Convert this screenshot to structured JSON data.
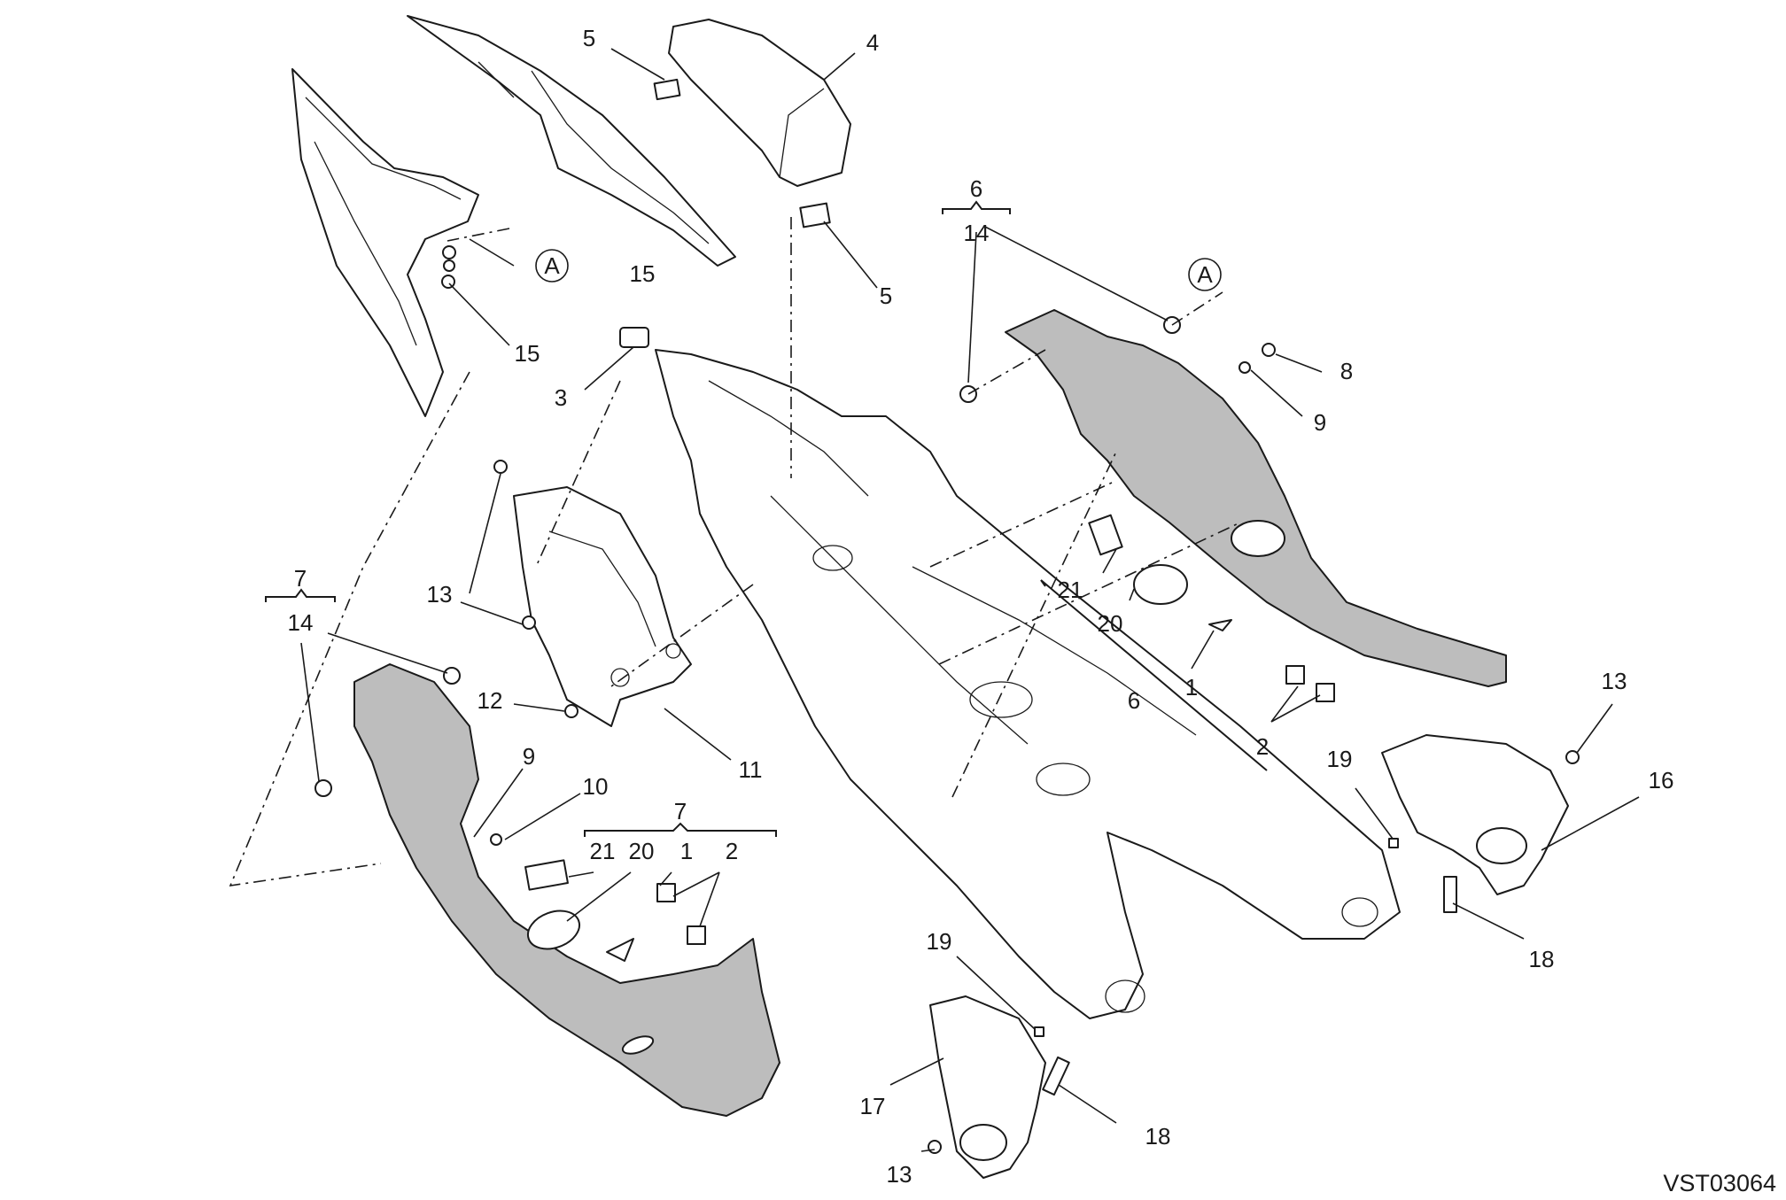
{
  "diagram": {
    "code": "VST03064",
    "callouts": [
      "1",
      "2",
      "3",
      "4",
      "5",
      "6",
      "7",
      "8",
      "9",
      "10",
      "11",
      "12",
      "13",
      "14",
      "15",
      "16",
      "17",
      "18",
      "19",
      "20",
      "21",
      "A"
    ]
  }
}
